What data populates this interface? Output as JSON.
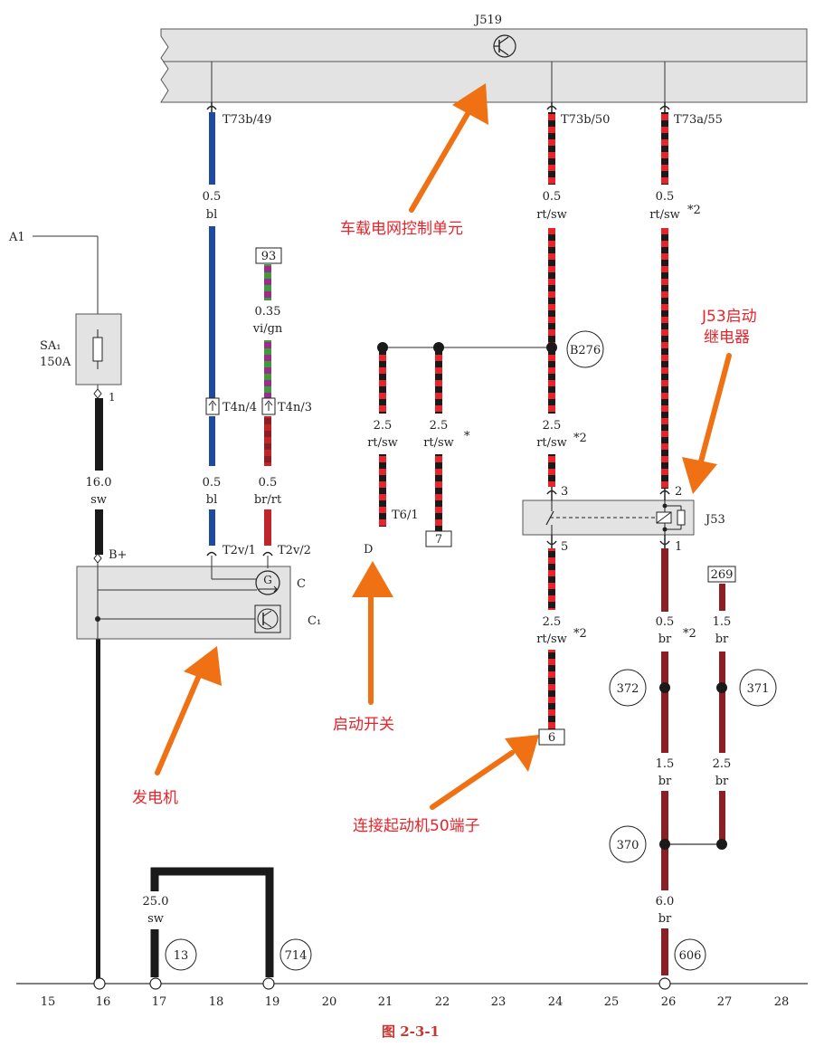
{
  "colors": {
    "red": "#e8232a",
    "black": "#1a1a1a",
    "blue": "#1f4b9c",
    "brown": "#8b1f24",
    "violet": "#9a2c8c",
    "green": "#3f9a3a",
    "box": "#e3e3e3",
    "arrow": "#f07014",
    "caption": "#c8342f"
  },
  "title_j519": "J519",
  "a1": "A1",
  "fuse": {
    "name": "SA₁",
    "rating": "150A",
    "pin": "1"
  },
  "j519_pins": {
    "p49": "T73b/49",
    "p50": "T73b/50",
    "p55": "T73a/55"
  },
  "wires": {
    "w1": {
      "size": "0.5",
      "color": "bl"
    },
    "w2": {
      "size": "0.5",
      "color": "rt/sw"
    },
    "w3": {
      "size": "0.5",
      "color": "rt/sw",
      "mark": "*2"
    },
    "w4": {
      "size": "0.35",
      "color": "vi/gn"
    },
    "w5": {
      "size": "16.0",
      "color": "sw"
    },
    "w6": {
      "size": "0.5",
      "color": "bl"
    },
    "w7": {
      "size": "0.5",
      "color": "br/rt"
    },
    "w8": {
      "size": "2.5",
      "color": "rt/sw"
    },
    "w9": {
      "size": "2.5",
      "color": "rt/sw",
      "mark": "*"
    },
    "w10": {
      "size": "2.5",
      "color": "rt/sw",
      "mark": "*2"
    },
    "w11": {
      "size": "2.5",
      "color": "rt/sw",
      "mark": "*2"
    },
    "w12": {
      "size": "0.5",
      "color": "br",
      "mark": "*2"
    },
    "w13": {
      "size": "1.5",
      "color": "br"
    },
    "w14": {
      "size": "1.5",
      "color": "br"
    },
    "w15": {
      "size": "2.5",
      "color": "br"
    },
    "w16": {
      "size": "6.0",
      "color": "br"
    },
    "w17": {
      "size": "25.0",
      "color": "sw"
    }
  },
  "refs": {
    "r93": "93",
    "r7": "7",
    "r6": "6",
    "r269": "269"
  },
  "connectors": {
    "t4n4": "T4n/4",
    "t4n3": "T4n/3",
    "t2v1": "T2v/1",
    "t2v2": "T2v/2",
    "t61": "T6/1",
    "d": "D",
    "bplus": "B+"
  },
  "generator": {
    "c": "C",
    "c1": "C₁",
    "g": "G"
  },
  "relay": {
    "name": "J53",
    "p3": "3",
    "p2": "2",
    "p5": "5",
    "p1": "1"
  },
  "circles": {
    "b276": "B276",
    "c372": "372",
    "c371": "371",
    "c370": "370",
    "c13": "13",
    "c714": "714",
    "c606": "606"
  },
  "annotations": {
    "j519_desc": "车载电网控制单元",
    "j53_line1": "J53启动",
    "j53_line2": "继电器",
    "ignition": "启动开关",
    "generator": "发电机",
    "starter50": "连接起动机50端子"
  },
  "columns": [
    "15",
    "16",
    "17",
    "18",
    "19",
    "20",
    "21",
    "22",
    "23",
    "24",
    "25",
    "26",
    "27",
    "28"
  ],
  "caption": "图 2-3-1"
}
